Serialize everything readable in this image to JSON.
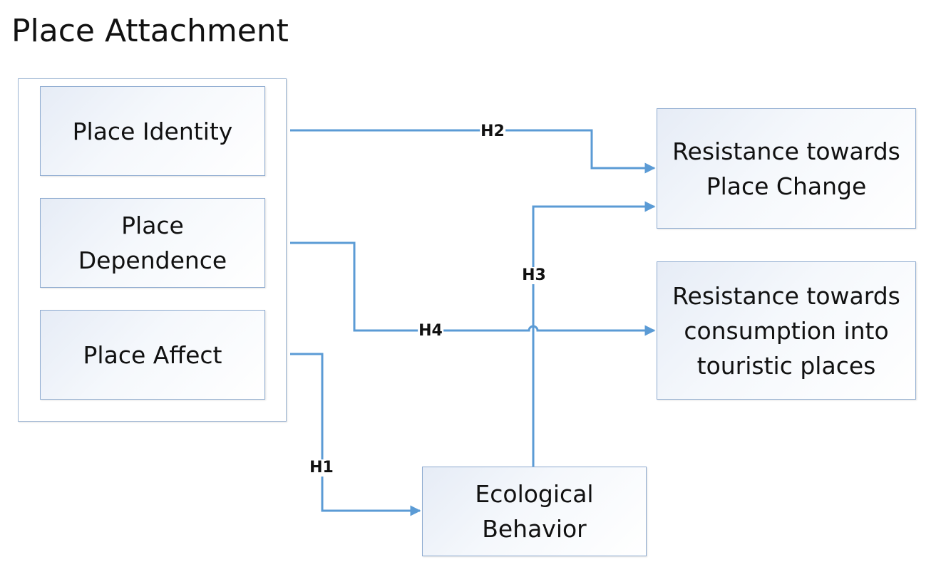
{
  "title": "Place Attachment",
  "constructs": {
    "place_identity": "Place Identity",
    "place_dependence_line1": "Place",
    "place_dependence_line2": "Dependence",
    "place_affect": "Place Affect",
    "ecological_line1": "Ecological",
    "ecological_line2": "Behavior",
    "resistance_change_line1": "Resistance towards",
    "resistance_change_line2": "Place Change",
    "resistance_consumption_line1": "Resistance towards",
    "resistance_consumption_line2": "consumption into",
    "resistance_consumption_line3": "touristic places"
  },
  "hypotheses": {
    "h1": "H1",
    "h2": "H2",
    "h3": "H3",
    "h4": "H4"
  },
  "colors": {
    "connector": "#5b9bd5",
    "box_border": "#8eabd0"
  }
}
